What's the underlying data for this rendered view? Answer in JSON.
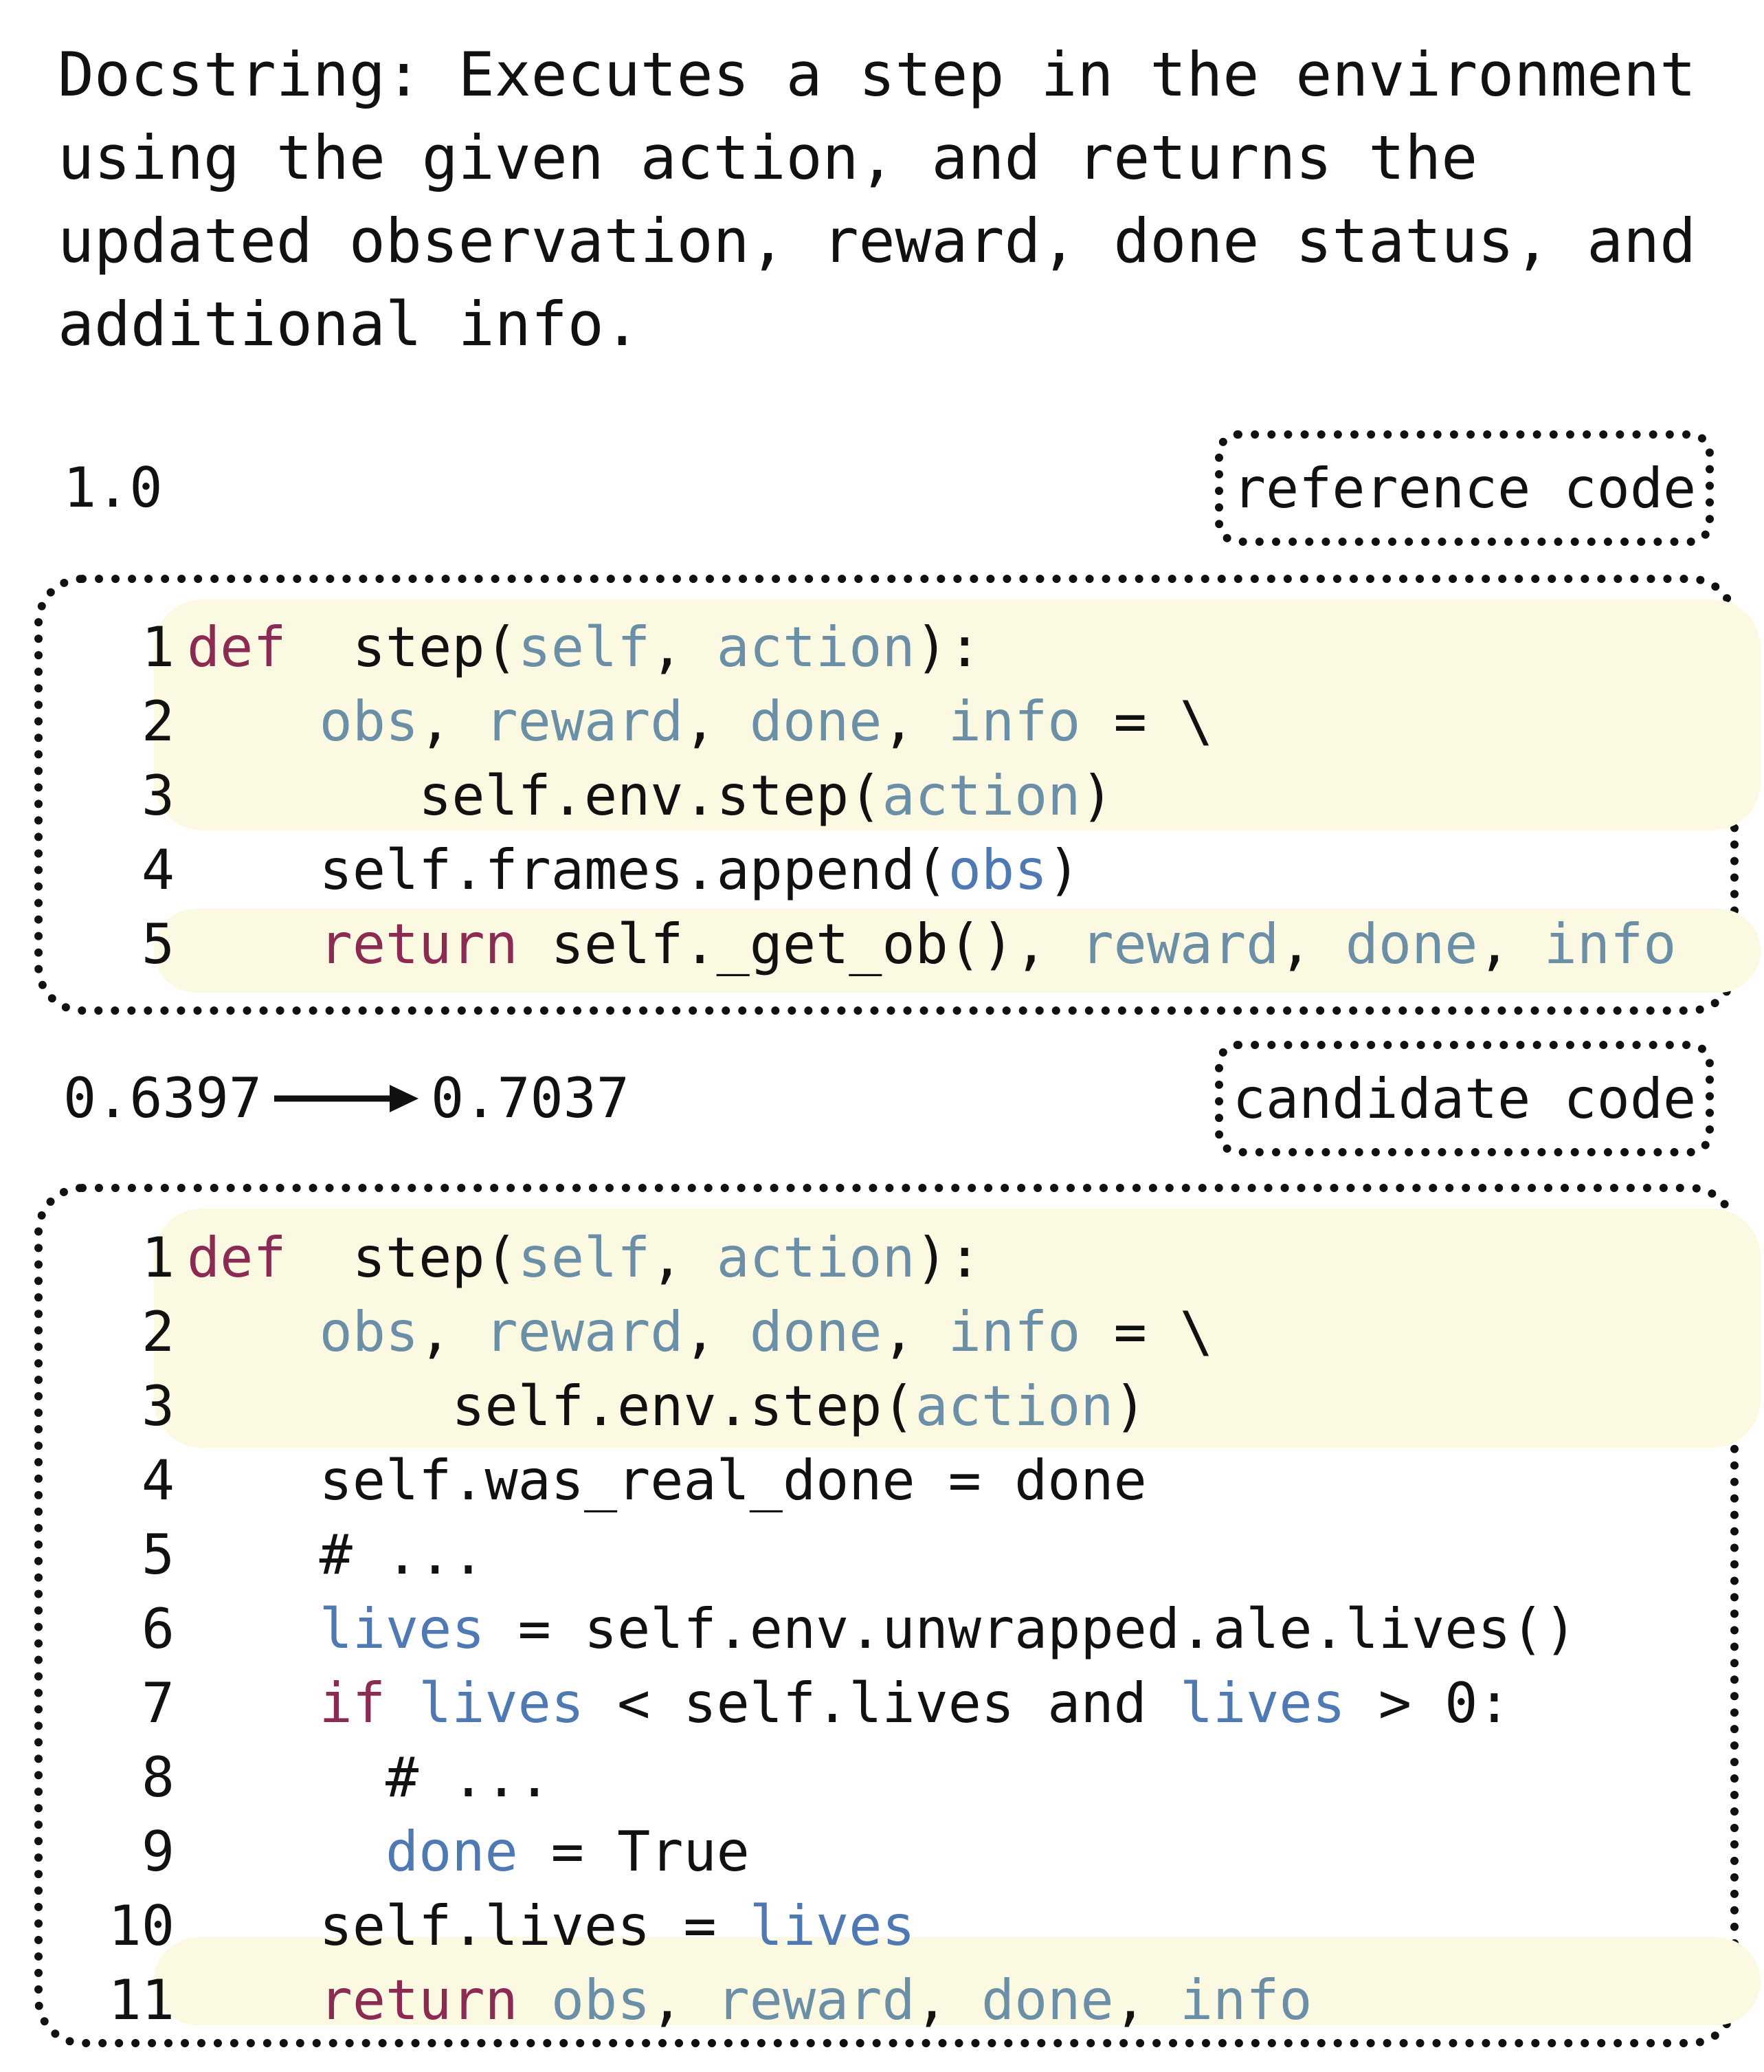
{
  "docstring": "Docstring: Executes a step in the environment using the given action, and returns the updated observation, reward, done status, and additional info.",
  "reference": {
    "score": "1.0",
    "tag": "reference code",
    "lines": [
      {
        "n": "1",
        "segs": [
          [
            "kw",
            "def"
          ],
          [
            "",
            "  step("
          ],
          [
            "var",
            "self"
          ],
          [
            "",
            ", "
          ],
          [
            "var",
            "action"
          ],
          [
            "",
            "):"
          ]
        ]
      },
      {
        "n": "2",
        "segs": [
          [
            "",
            "    "
          ],
          [
            "var",
            "obs"
          ],
          [
            "",
            ", "
          ],
          [
            "var",
            "reward"
          ],
          [
            "",
            ", "
          ],
          [
            "var",
            "done"
          ],
          [
            "",
            ", "
          ],
          [
            "var",
            "info"
          ],
          [
            "",
            " = \\"
          ]
        ]
      },
      {
        "n": "3",
        "segs": [
          [
            "",
            "       self.env.step("
          ],
          [
            "var",
            "action"
          ],
          [
            "",
            ")"
          ]
        ]
      },
      {
        "n": "4",
        "segs": [
          [
            "",
            "    self.frames.append("
          ],
          [
            "vb",
            "obs"
          ],
          [
            "",
            ")"
          ]
        ]
      },
      {
        "n": "5",
        "segs": [
          [
            "",
            "    "
          ],
          [
            "kw",
            "return"
          ],
          [
            "",
            " self._get_ob(), "
          ],
          [
            "var",
            "reward"
          ],
          [
            "",
            ", "
          ],
          [
            "var",
            "done"
          ],
          [
            "",
            ", "
          ],
          [
            "var",
            "info"
          ]
        ]
      }
    ]
  },
  "candidate": {
    "score_before": "0.6397",
    "score_after": "0.7037",
    "tag": "candidate code",
    "lines": [
      {
        "n": "1",
        "segs": [
          [
            "kw",
            "def"
          ],
          [
            "",
            "  step("
          ],
          [
            "var",
            "self"
          ],
          [
            "",
            ", "
          ],
          [
            "var",
            "action"
          ],
          [
            "",
            "):"
          ]
        ]
      },
      {
        "n": "2",
        "segs": [
          [
            "",
            "    "
          ],
          [
            "var",
            "obs"
          ],
          [
            "",
            ", "
          ],
          [
            "var",
            "reward"
          ],
          [
            "",
            ", "
          ],
          [
            "var",
            "done"
          ],
          [
            "",
            ", "
          ],
          [
            "var",
            "info"
          ],
          [
            "",
            " = \\"
          ]
        ]
      },
      {
        "n": "3",
        "segs": [
          [
            "",
            "        self.env.step("
          ],
          [
            "var",
            "action"
          ],
          [
            "",
            ")"
          ]
        ]
      },
      {
        "n": "4",
        "segs": [
          [
            "",
            "    self.was_real_done = done"
          ]
        ]
      },
      {
        "n": "5",
        "segs": [
          [
            "",
            "    # ..."
          ]
        ]
      },
      {
        "n": "6",
        "segs": [
          [
            "",
            "    "
          ],
          [
            "vb",
            "lives"
          ],
          [
            "",
            " = self.env.unwrapped.ale.lives()"
          ]
        ]
      },
      {
        "n": "7",
        "segs": [
          [
            "",
            "    "
          ],
          [
            "kw",
            "if"
          ],
          [
            "",
            " "
          ],
          [
            "vb",
            "lives"
          ],
          [
            "",
            " < self.lives and "
          ],
          [
            "vb",
            "lives"
          ],
          [
            "",
            " > 0:"
          ]
        ]
      },
      {
        "n": "8",
        "segs": [
          [
            "",
            "      # ..."
          ]
        ]
      },
      {
        "n": "9",
        "segs": [
          [
            "",
            "      "
          ],
          [
            "vb",
            "done"
          ],
          [
            "",
            " = True"
          ]
        ]
      },
      {
        "n": "10",
        "segs": [
          [
            "",
            "    self.lives = "
          ],
          [
            "vb",
            "lives"
          ]
        ]
      },
      {
        "n": "11",
        "segs": [
          [
            "",
            "    "
          ],
          [
            "kw",
            "return"
          ],
          [
            "",
            " "
          ],
          [
            "var",
            "obs"
          ],
          [
            "",
            ", "
          ],
          [
            "var",
            "reward"
          ],
          [
            "",
            ", "
          ],
          [
            "var",
            "done"
          ],
          [
            "",
            ", "
          ],
          [
            "var",
            "info"
          ]
        ]
      }
    ]
  },
  "colors": {
    "keyword": "#8b2a52",
    "variable": "#6b8fa6",
    "variable_strong": "#4e79b3",
    "highlight": "#fbf9e1"
  }
}
